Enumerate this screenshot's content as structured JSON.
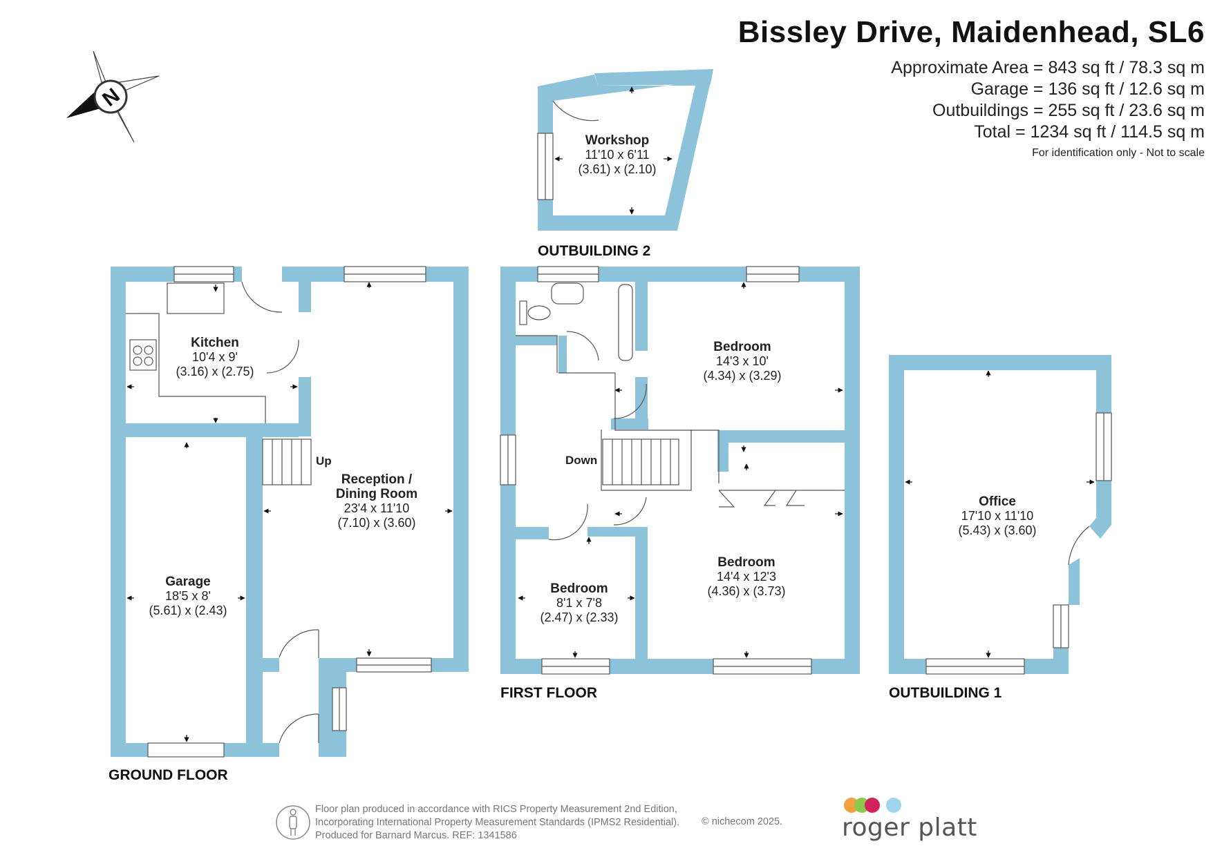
{
  "header": {
    "title": "Bissley Drive, Maidenhead, SL6",
    "approx_area": "Approximate Area = 843 sq ft / 78.3 sq m",
    "garage_area": "Garage = 136 sq ft / 12.6 sq m",
    "outbuildings_area": "Outbuildings = 255 sq ft / 23.6 sq m",
    "total_area": "Total = 1234 sq ft / 114.5 sq m",
    "disclaimer": "For identification only - Not to scale"
  },
  "compass": {
    "label": "N"
  },
  "floors": {
    "ground": "GROUND FLOOR",
    "first": "FIRST FLOOR",
    "outbuilding1": "OUTBUILDING 1",
    "outbuilding2": "OUTBUILDING 2"
  },
  "rooms": {
    "kitchen": {
      "name": "Kitchen",
      "imperial": "10'4 x 9'",
      "metric": "(3.16) x (2.75)"
    },
    "reception": {
      "name1": "Reception /",
      "name2": "Dining Room",
      "imperial": "23'4 x 11'10",
      "metric": "(7.10) x (3.60)"
    },
    "garage": {
      "name": "Garage",
      "imperial": "18'5 x 8'",
      "metric": "(5.61) x (2.43)"
    },
    "bedroom1": {
      "name": "Bedroom",
      "imperial": "14'3 x 10'",
      "metric": "(4.34) x (3.29)"
    },
    "bedroom2": {
      "name": "Bedroom",
      "imperial": "14'4 x 12'3",
      "metric": "(4.36) x (3.73)"
    },
    "bedroom3": {
      "name": "Bedroom",
      "imperial": "8'1 x 7'8",
      "metric": "(2.47) x (2.33)"
    },
    "workshop": {
      "name": "Workshop",
      "imperial": "11'10 x 6'11",
      "metric": "(3.61) x (2.10)"
    },
    "office": {
      "name": "Office",
      "imperial": "17'10 x 11'10",
      "metric": "(5.43) x (3.60)"
    }
  },
  "stairs": {
    "up": "Up",
    "down": "Down"
  },
  "footer": {
    "line1": "Floor plan produced in accordance with RICS Property Measurement 2nd Edition,",
    "line2": "Incorporating International Property Measurement Standards (IPMS2 Residential).",
    "line3": "Produced for Barnard Marcus.   REF:  1341586",
    "copyright": "© nichecom 2025.",
    "brand": "roger platt"
  },
  "colors": {
    "wall": "#8cc3db",
    "logo_dots": [
      "#f0a040",
      "#8cc84b",
      "#d2245c",
      "#9fd6ee"
    ]
  }
}
